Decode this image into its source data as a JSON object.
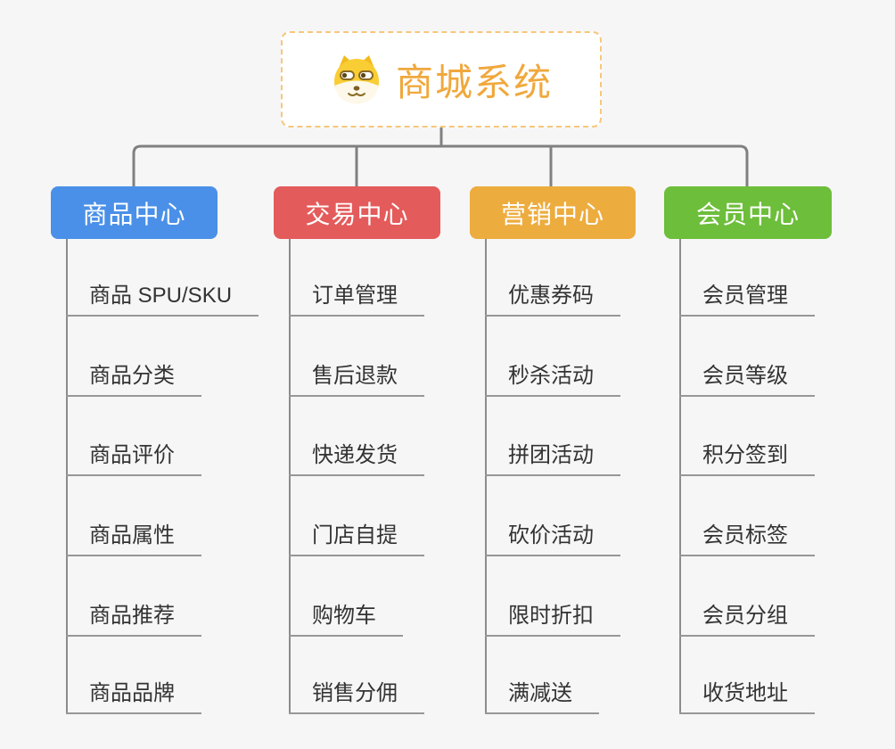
{
  "root": {
    "title": "商城系统",
    "icon": "shiba-dog-icon",
    "accent_color": "#f0a83c",
    "border_color": "#f6c77c"
  },
  "line_color": "#808080",
  "branches": [
    {
      "label": "商品中心",
      "color": "#4a90e8",
      "children": [
        "商品 SPU/SKU",
        "商品分类",
        "商品评价",
        "商品属性",
        "商品推荐",
        "商品品牌"
      ]
    },
    {
      "label": "交易中心",
      "color": "#e45b5b",
      "children": [
        "订单管理",
        "售后退款",
        "快递发货",
        "门店自提",
        "购物车",
        "销售分佣"
      ]
    },
    {
      "label": "营销中心",
      "color": "#edac3e",
      "children": [
        "优惠券码",
        "秒杀活动",
        "拼团活动",
        "砍价活动",
        "限时折扣",
        "满减送"
      ]
    },
    {
      "label": "会员中心",
      "color": "#6dbe3b",
      "children": [
        "会员管理",
        "会员等级",
        "积分签到",
        "会员标签",
        "会员分组",
        "收货地址"
      ]
    }
  ]
}
